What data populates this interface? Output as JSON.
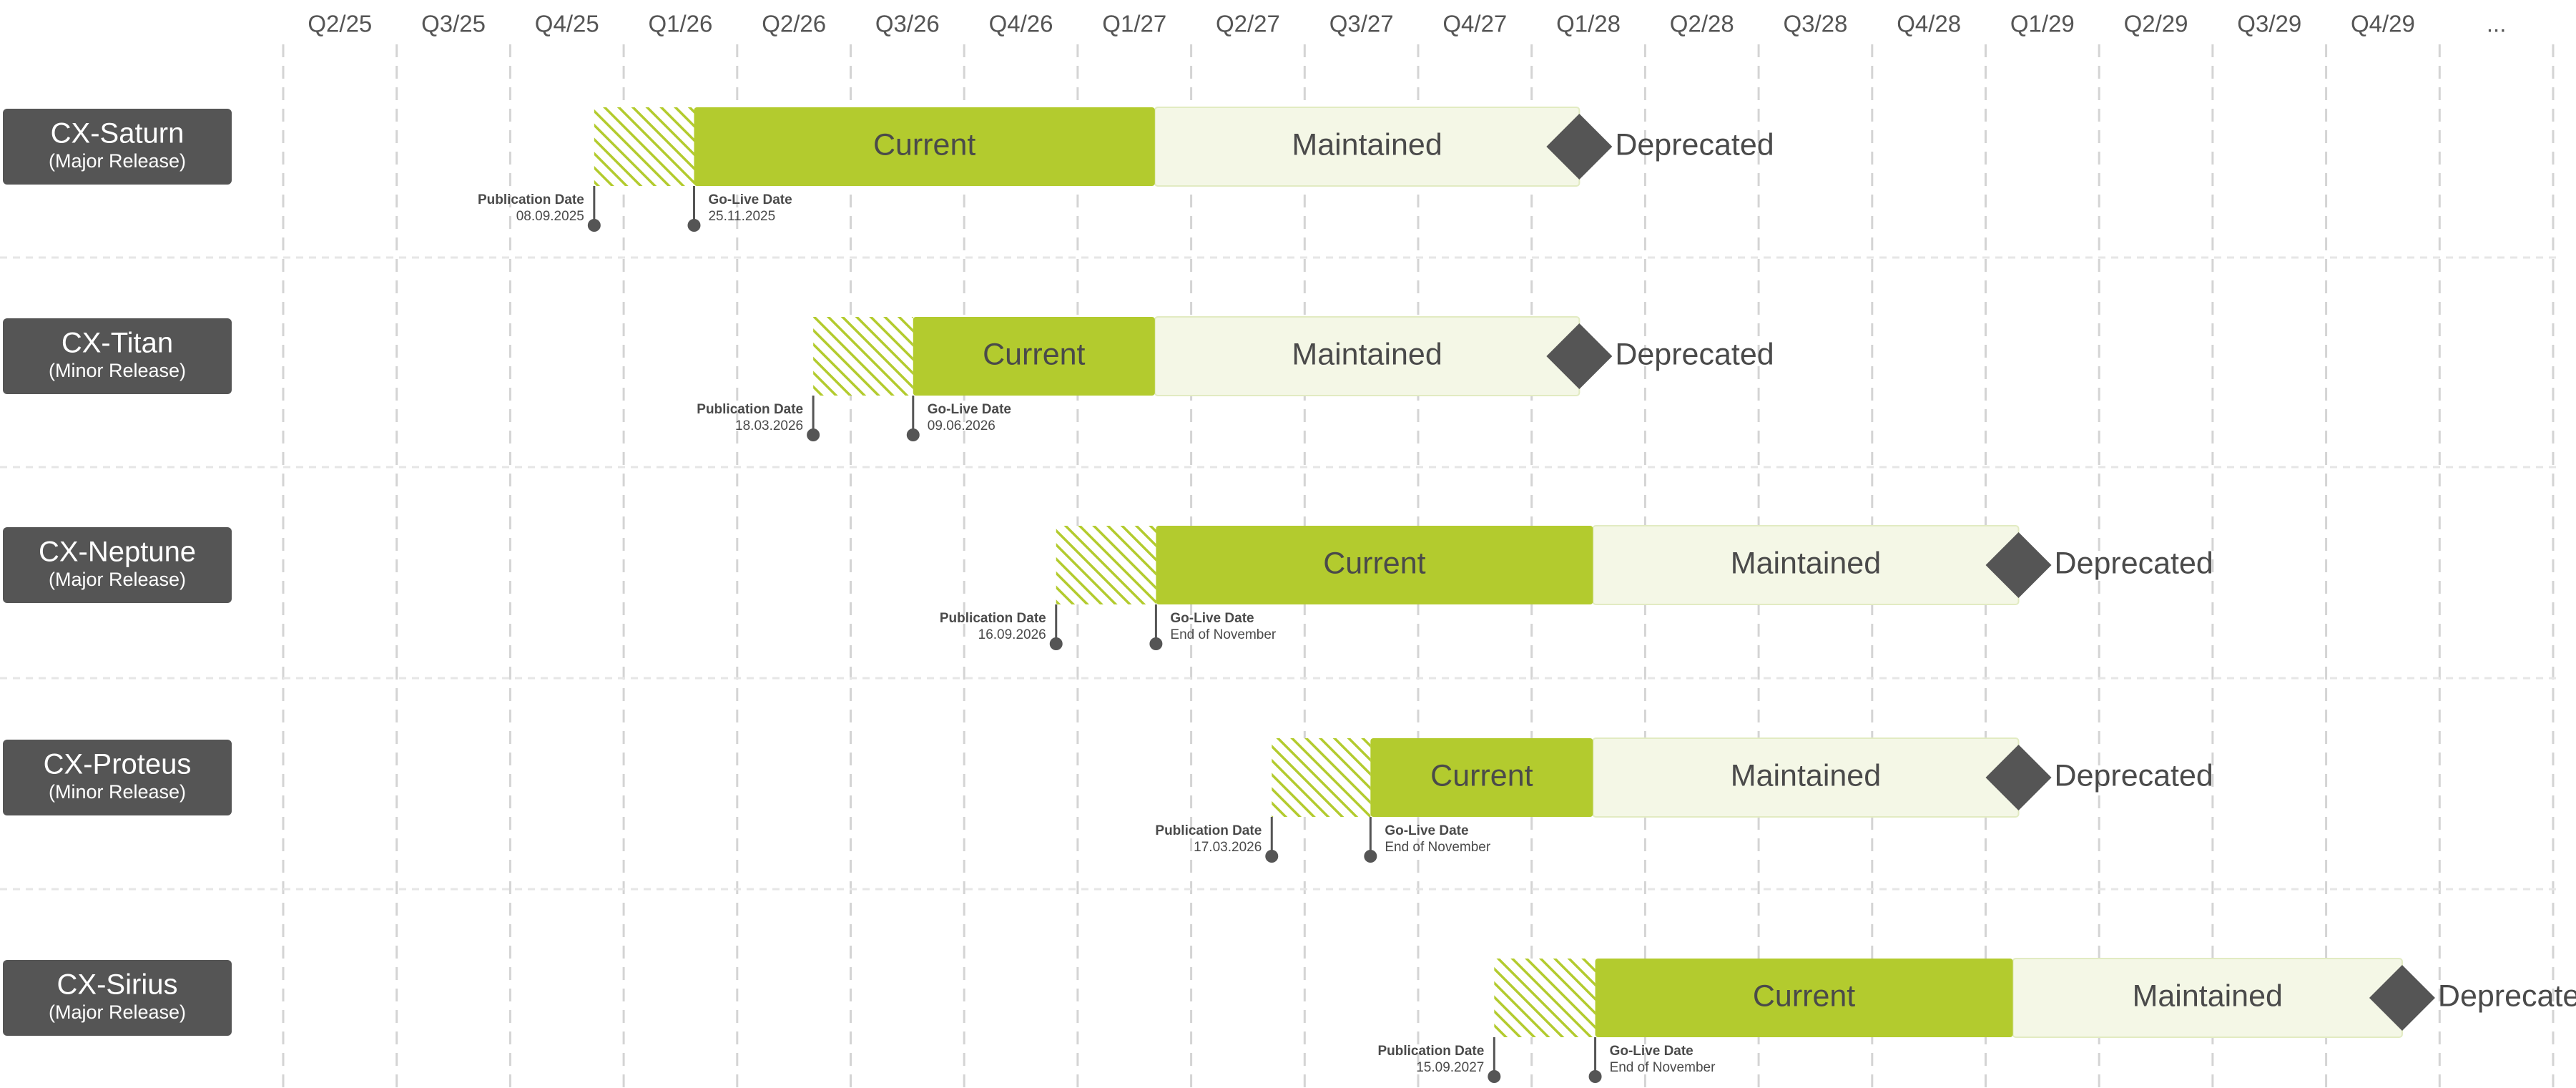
{
  "colors": {
    "current": "#b3cb2e",
    "maintained": "#f4f7e6",
    "maintained_border": "#e2ebc2",
    "hatch": "#b3cb2e",
    "label_box": "#555555",
    "diamond": "#555555",
    "gridline": "#d4d4d4",
    "row_separator": "#e6e6e6",
    "text": "#4a4a4a"
  },
  "chart_data": {
    "type": "gantt",
    "x_axis": {
      "ticks": [
        "Q2/25",
        "Q3/25",
        "Q4/25",
        "Q1/26",
        "Q2/26",
        "Q3/26",
        "Q4/26",
        "Q1/27",
        "Q2/27",
        "Q3/27",
        "Q4/27",
        "Q1/28",
        "Q2/28",
        "Q3/28",
        "Q4/28",
        "Q1/29",
        "Q2/29",
        "Q3/29",
        "Q4/29",
        "..."
      ],
      "grid": true
    },
    "phase_labels": {
      "current": "Current",
      "maintained": "Maintained",
      "deprecated": "Deprecated"
    },
    "milestone_labels": {
      "publication": "Publication Date",
      "golive": "Go-Live Date"
    },
    "releases": [
      {
        "name": "CX-Saturn",
        "release_type": "(Major Release)",
        "publication_date": "08.09.2025",
        "golive_date": "25.11.2025",
        "publication_q": 2.74,
        "golive_q": 3.62,
        "current_end_q": 7.68,
        "maintained_end_q": 11.42
      },
      {
        "name": "CX-Titan",
        "release_type": "(Minor Release)",
        "publication_date": "18.03.2026",
        "golive_date": "09.06.2026",
        "publication_q": 4.67,
        "golive_q": 5.55,
        "current_end_q": 7.68,
        "maintained_end_q": 11.42
      },
      {
        "name": "CX-Neptune",
        "release_type": "(Major Release)",
        "publication_date": "16.09.2026",
        "golive_date": "End of November",
        "publication_q": 6.81,
        "golive_q": 7.69,
        "current_end_q": 11.54,
        "maintained_end_q": 15.29
      },
      {
        "name": "CX-Proteus",
        "release_type": "(Minor Release)",
        "publication_date": "17.03.2026",
        "golive_date": "End of November",
        "publication_q": 8.71,
        "golive_q": 9.58,
        "current_end_q": 11.54,
        "maintained_end_q": 15.29
      },
      {
        "name": "CX-Sirius",
        "release_type": "(Major Release)",
        "publication_date": "15.09.2027",
        "golive_date": "End of November",
        "publication_q": 10.67,
        "golive_q": 11.56,
        "current_end_q": 15.24,
        "maintained_end_q": 18.67
      }
    ]
  }
}
